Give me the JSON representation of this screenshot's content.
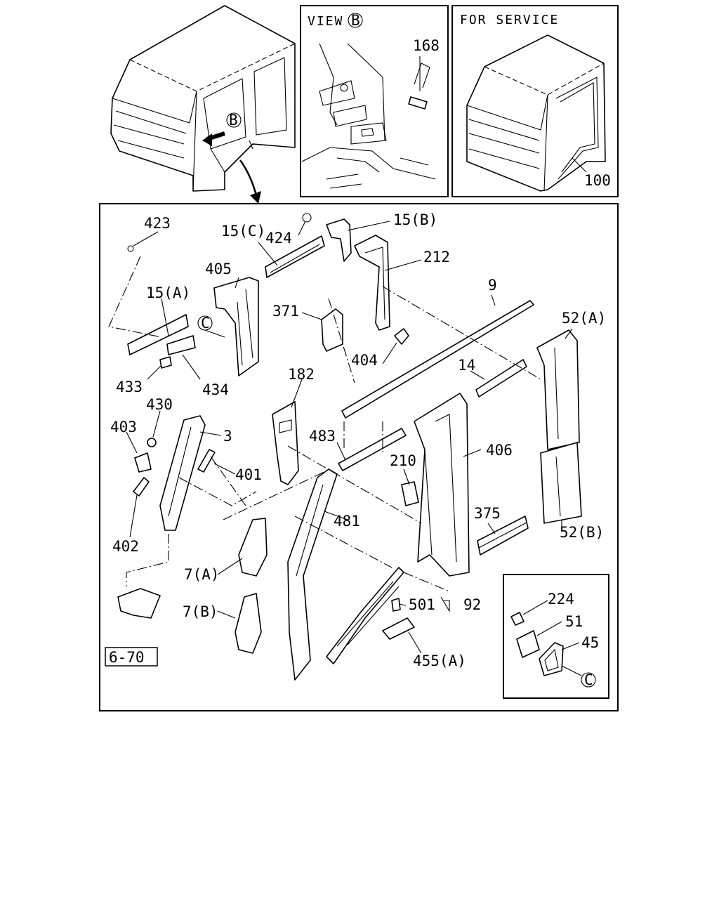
{
  "insets": {
    "view_b_title": "VIEW",
    "view_b_letter": "B",
    "for_service_title": "FOR SERVICE",
    "part_168": "168",
    "part_100": "100"
  },
  "overview": {
    "marker_b": "B"
  },
  "callouts": {
    "p423": "423",
    "p424": "424",
    "p15c": "15(C)",
    "p15b": "15(B)",
    "p212": "212",
    "p405": "405",
    "p15a": "15(A)",
    "pC": "C",
    "p371": "371",
    "p9": "9",
    "p52a": "52(A)",
    "p433": "433",
    "p434": "434",
    "p404": "404",
    "p14": "14",
    "p182": "182",
    "p430": "430",
    "p403": "403",
    "p3": "3",
    "p483": "483",
    "p406": "406",
    "p210": "210",
    "p401": "401",
    "p481": "481",
    "p375": "375",
    "p52b": "52(B)",
    "p402": "402",
    "p7a": "7(A)",
    "p501": "501",
    "p92": "92",
    "p7b": "7(B)",
    "p455a": "455(A)",
    "p670": "6-70",
    "p224": "224",
    "p51": "51",
    "p45": "45",
    "pC2": "C"
  }
}
